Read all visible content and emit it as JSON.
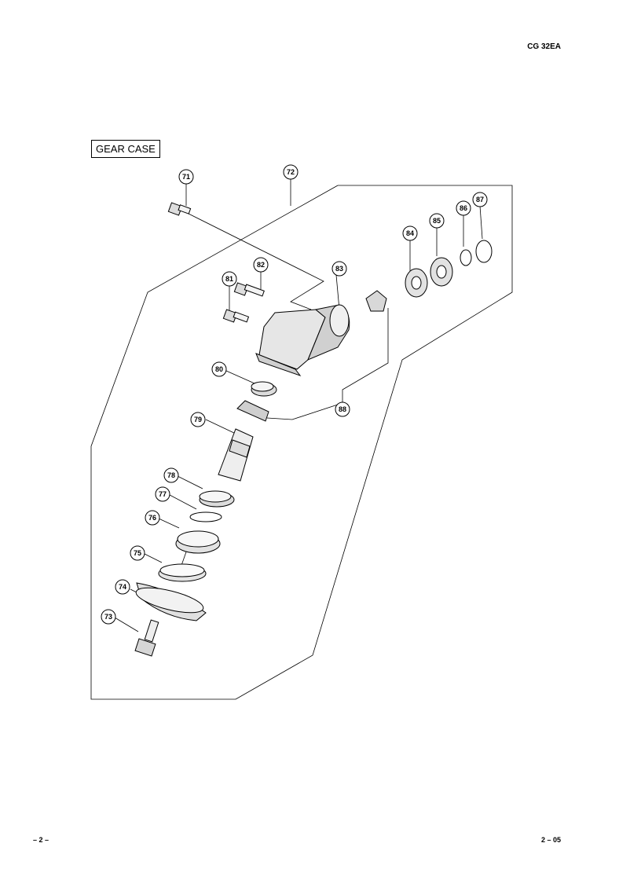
{
  "header": {
    "model": "CG 32EA"
  },
  "section": {
    "title": "GEAR CASE"
  },
  "footer": {
    "page_left": "– 2 –",
    "page_right": "2 – 05"
  },
  "parts": [
    {
      "number": "71"
    },
    {
      "number": "72"
    },
    {
      "number": "73"
    },
    {
      "number": "74"
    },
    {
      "number": "75"
    },
    {
      "number": "76"
    },
    {
      "number": "77"
    },
    {
      "number": "78"
    },
    {
      "number": "79"
    },
    {
      "number": "80"
    },
    {
      "number": "81"
    },
    {
      "number": "82"
    },
    {
      "number": "83"
    },
    {
      "number": "84"
    },
    {
      "number": "85"
    },
    {
      "number": "86"
    },
    {
      "number": "87"
    },
    {
      "number": "88"
    }
  ]
}
